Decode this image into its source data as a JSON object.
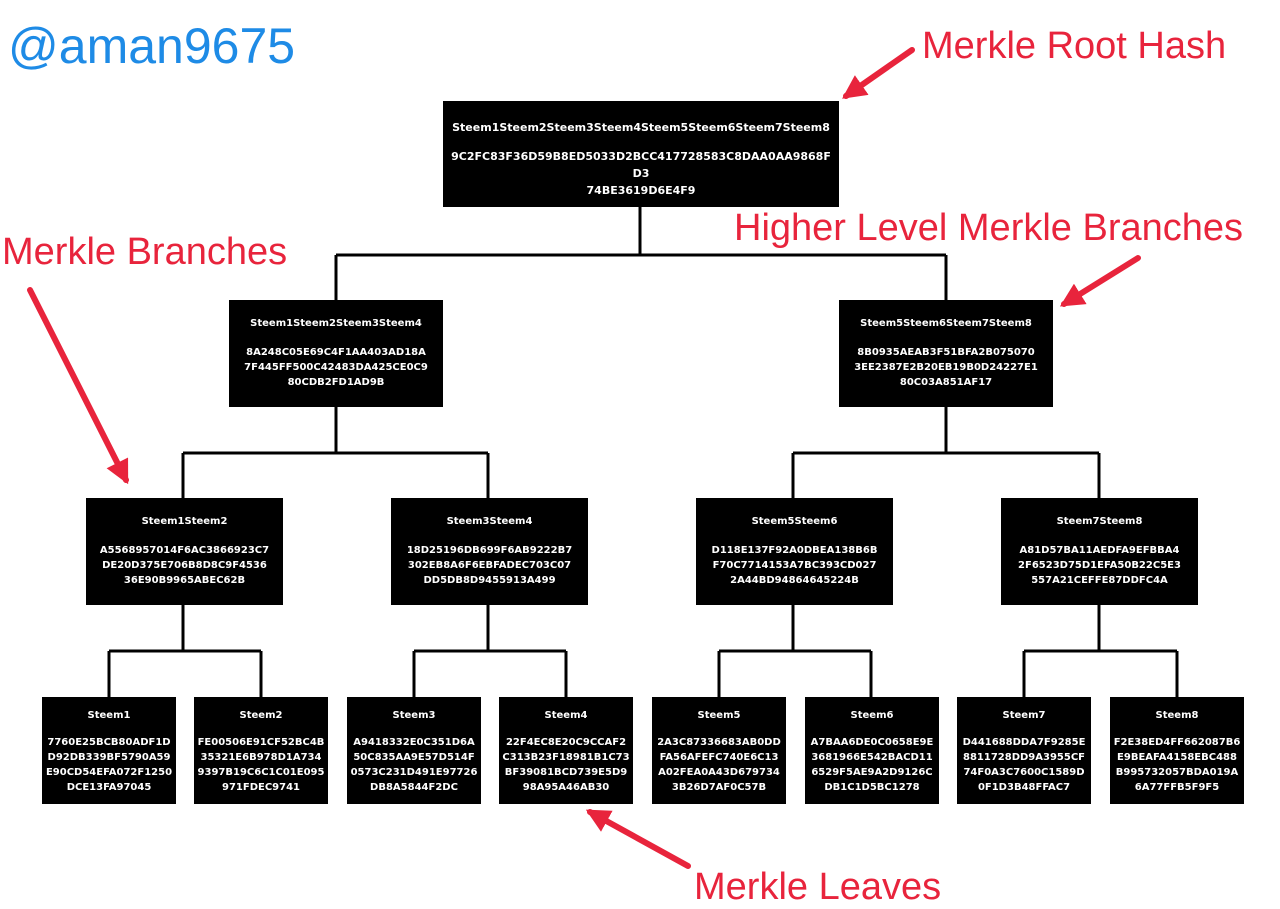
{
  "watermark": "@aman9675",
  "annotations": {
    "root": "Merkle Root Hash",
    "higher": "Higher Level Merkle Branches",
    "branches": "Merkle Branches",
    "leaves": "Merkle Leaves"
  },
  "colors": {
    "annotation": "#e8243c",
    "watermark": "#1e8be6",
    "node": "#000000",
    "node_text": "#ffffff"
  },
  "tree": {
    "root": {
      "label": "Steem1Steem2Steem3Steem4Steem5Steem6Steem7Steem8",
      "hash": "9C2FC83F36D59B8ED5033D2BCC417728583C8DAA0AA9868FD3\n74BE3619D6E4F9"
    },
    "level2": [
      {
        "label": "Steem1Steem2Steem3Steem4",
        "hash": "8A248C05E69C4F1AA403AD18A\n7F445FF500C42483DA425CE0C9\n80CDB2FD1AD9B"
      },
      {
        "label": "Steem5Steem6Steem7Steem8",
        "hash": "8B0935AEAB3F51BFA2B075070\n3EE2387E2B20EB19B0D24227E1\n80C03A851AF17"
      }
    ],
    "level3": [
      {
        "label": "Steem1Steem2",
        "hash": "A5568957014F6AC3866923C7\nDE20D375E706B8D8C9F4536\n36E90B9965ABEC62B"
      },
      {
        "label": "Steem3Steem4",
        "hash": "18D25196DB699F6AB9222B7\n302EB8A6F6EBFADEC703C07\nDD5DB8D9455913A499"
      },
      {
        "label": "Steem5Steem6",
        "hash": "D118E137F92A0DBEA138B6B\nF70C7714153A7BC393CD027\n2A44BD94864645224B"
      },
      {
        "label": "Steem7Steem8",
        "hash": "A81D57BA11AEDFA9EFBBA4\n2F6523D75D1EFA50B22C5E3\n557A21CEFFE87DDFC4A"
      }
    ],
    "leaves": [
      {
        "label": "Steem1",
        "hash": "7760E25BCB80ADF1D\nD92DB339BF5790A59\nE90CD54EFA072F1250\nDCE13FA97045"
      },
      {
        "label": "Steem2",
        "hash": "FE00506E91CF52BC4B\n35321E6B978D1A734\n9397B19C6C1C01E095\n971FDEC9741"
      },
      {
        "label": "Steem3",
        "hash": "A9418332E0C351D6A\n50C835AA9E57D514F\n0573C231D491E97726\nDB8A5844F2DC"
      },
      {
        "label": "Steem4",
        "hash": "22F4EC8E20C9CCAF2\nC313B23F18981B1C73\nBF39081BCD739E5D9\n98A95A46AB30"
      },
      {
        "label": "Steem5",
        "hash": "2A3C87336683AB0DD\nFA56AFEFC740E6C13\nA02FEA0A43D679734\n3B26D7AF0C57B"
      },
      {
        "label": "Steem6",
        "hash": "A7BAA6DE0C0658E9E\n3681966E542BACD11\n6529F5AE9A2D9126C\nDB1C1D5BC1278"
      },
      {
        "label": "Steem7",
        "hash": "D441688DDA7F9285E\n8811728DD9A3955CF\n74F0A3C7600C1589D\n0F1D3B48FFAC7"
      },
      {
        "label": "Steem8",
        "hash": "F2E38ED4FF662087B6\nE9BEAFA4158EBC488\nB995732057BDA019A\n6A77FFB5F9F5"
      }
    ]
  }
}
